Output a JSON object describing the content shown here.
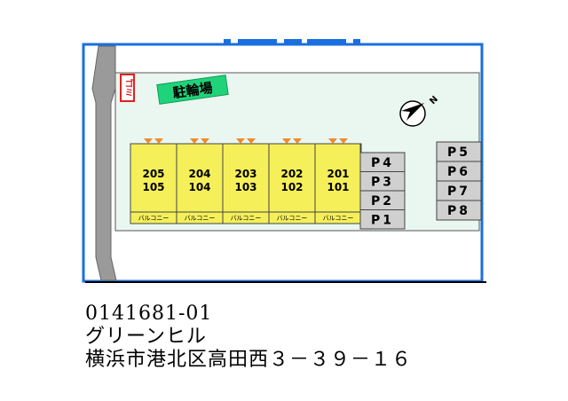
{
  "site_map": {
    "bicycle_parking_label": "駐輪場",
    "garbage_label": "ゴミ",
    "balcony_label": "バルコニー",
    "units": [
      {
        "upper": "205",
        "lower": "105"
      },
      {
        "upper": "204",
        "lower": "104"
      },
      {
        "upper": "203",
        "lower": "103"
      },
      {
        "upper": "202",
        "lower": "102"
      },
      {
        "upper": "201",
        "lower": "101"
      }
    ],
    "parking_left": [
      "P4",
      "P3",
      "P2",
      "P1"
    ],
    "parking_right": [
      "P5",
      "P6",
      "P7",
      "P8"
    ],
    "compass_label": "N",
    "colors": {
      "frame_blue": "#1a6fe0",
      "site_ground": "#eaf7f1",
      "building_yellow": "#f5ef5a",
      "parking_gray": "#d0d0d0",
      "road_gray": "#9a9a9a",
      "bike_green": "#1fd37a",
      "entrance_orange": "#f08a2a",
      "garbage_red": "#e02020"
    }
  },
  "caption": {
    "property_id": "0141681-01",
    "property_name": "グリーンヒル",
    "address": "横浜市港北区高田西３－３９－１６"
  }
}
